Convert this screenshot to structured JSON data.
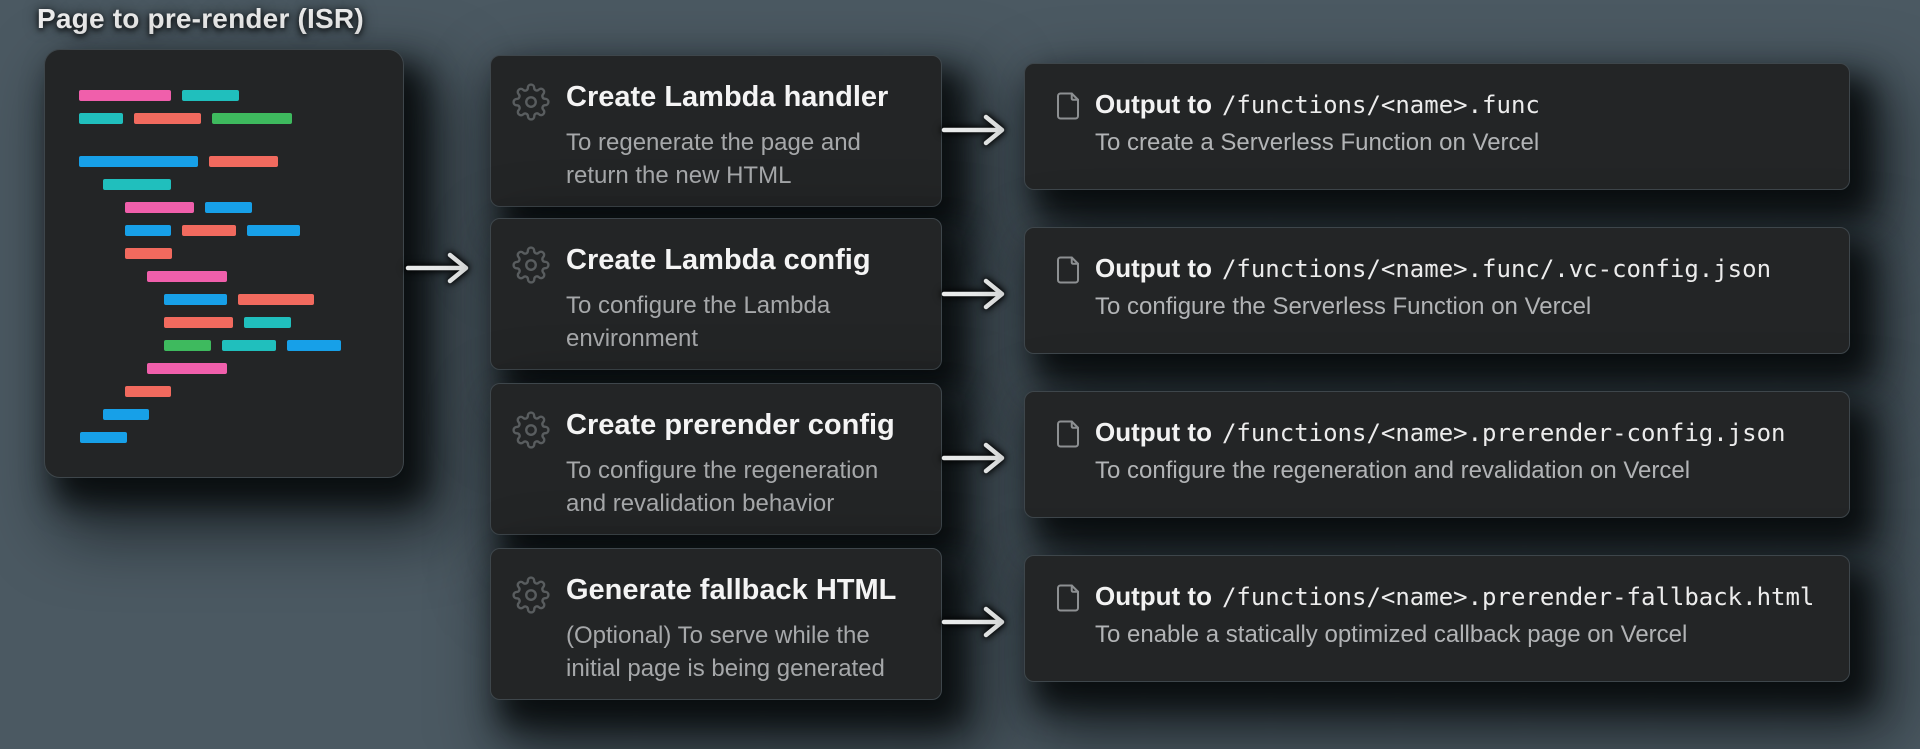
{
  "page": {
    "title": "Page to pre-render (ISR)"
  },
  "colors": {
    "background": "#4b5962",
    "card": "#232526",
    "pink": "#f05fab",
    "teal": "#20bfbd",
    "red": "#f16a5e",
    "green": "#3eba5e",
    "blue": "#17a0e8",
    "arrow": "#e9ebeb"
  },
  "code_block": {
    "rows": [
      {
        "indent": 34,
        "gap_before": 0,
        "bars": [
          [
            "pink",
            92
          ],
          [
            "teal",
            57
          ]
        ]
      },
      {
        "indent": 34,
        "gap_before": 0,
        "bars": [
          [
            "teal",
            44
          ],
          [
            "red",
            67
          ],
          [
            "green",
            80
          ]
        ]
      },
      {
        "indent": 34,
        "gap_before": 32,
        "bars": [
          [
            "blue",
            119
          ],
          [
            "red",
            69
          ]
        ]
      },
      {
        "indent": 58,
        "gap_before": 0,
        "bars": [
          [
            "teal",
            68
          ]
        ]
      },
      {
        "indent": 80,
        "gap_before": 0,
        "bars": [
          [
            "pink",
            69
          ],
          [
            "blue",
            47
          ]
        ]
      },
      {
        "indent": 80,
        "gap_before": 0,
        "bars": [
          [
            "blue",
            46
          ],
          [
            "red",
            54
          ],
          [
            "blue",
            53
          ]
        ]
      },
      {
        "indent": 80,
        "gap_before": 0,
        "bars": [
          [
            "red",
            47
          ]
        ]
      },
      {
        "indent": 102,
        "gap_before": 0,
        "bars": [
          [
            "pink",
            80
          ]
        ]
      },
      {
        "indent": 119,
        "gap_before": 0,
        "bars": [
          [
            "blue",
            63
          ],
          [
            "red",
            76
          ]
        ]
      },
      {
        "indent": 119,
        "gap_before": 0,
        "bars": [
          [
            "red",
            69
          ],
          [
            "teal",
            47
          ]
        ]
      },
      {
        "indent": 119,
        "gap_before": 0,
        "bars": [
          [
            "green",
            47
          ],
          [
            "teal",
            54
          ],
          [
            "blue",
            54
          ]
        ]
      },
      {
        "indent": 102,
        "gap_before": 0,
        "bars": [
          [
            "pink",
            80
          ]
        ]
      },
      {
        "indent": 80,
        "gap_before": 0,
        "bars": [
          [
            "red",
            46
          ]
        ]
      },
      {
        "indent": 58,
        "gap_before": 0,
        "bars": [
          [
            "blue",
            46
          ]
        ]
      },
      {
        "indent": 35,
        "gap_before": 0,
        "bars": [
          [
            "blue",
            47
          ]
        ]
      }
    ]
  },
  "steps": [
    {
      "title": "Create Lambda handler",
      "desc": "To regenerate the page and return the new HTML"
    },
    {
      "title": "Create Lambda config",
      "desc": "To configure the Lambda environment"
    },
    {
      "title": "Create prerender config",
      "desc": "To configure the regeneration and revalidation behavior"
    },
    {
      "title": "Generate fallback HTML",
      "desc": "(Optional) To serve while the initial page is being generated"
    }
  ],
  "outputs": [
    {
      "label": "Output to",
      "path": "/functions/<name>.func",
      "desc": "To create a Serverless Function on Vercel"
    },
    {
      "label": "Output to",
      "path": "/functions/<name>.func/.vc-config.json",
      "desc": "To configure the Serverless Function on Vercel"
    },
    {
      "label": "Output to",
      "path": "/functions/<name>.prerender-config.json",
      "desc": "To configure the regeneration and revalidation on Vercel"
    },
    {
      "label": "Output to",
      "path": "/functions/<name>.prerender-fallback.html",
      "desc": "To enable a statically optimized callback page on Vercel"
    }
  ]
}
